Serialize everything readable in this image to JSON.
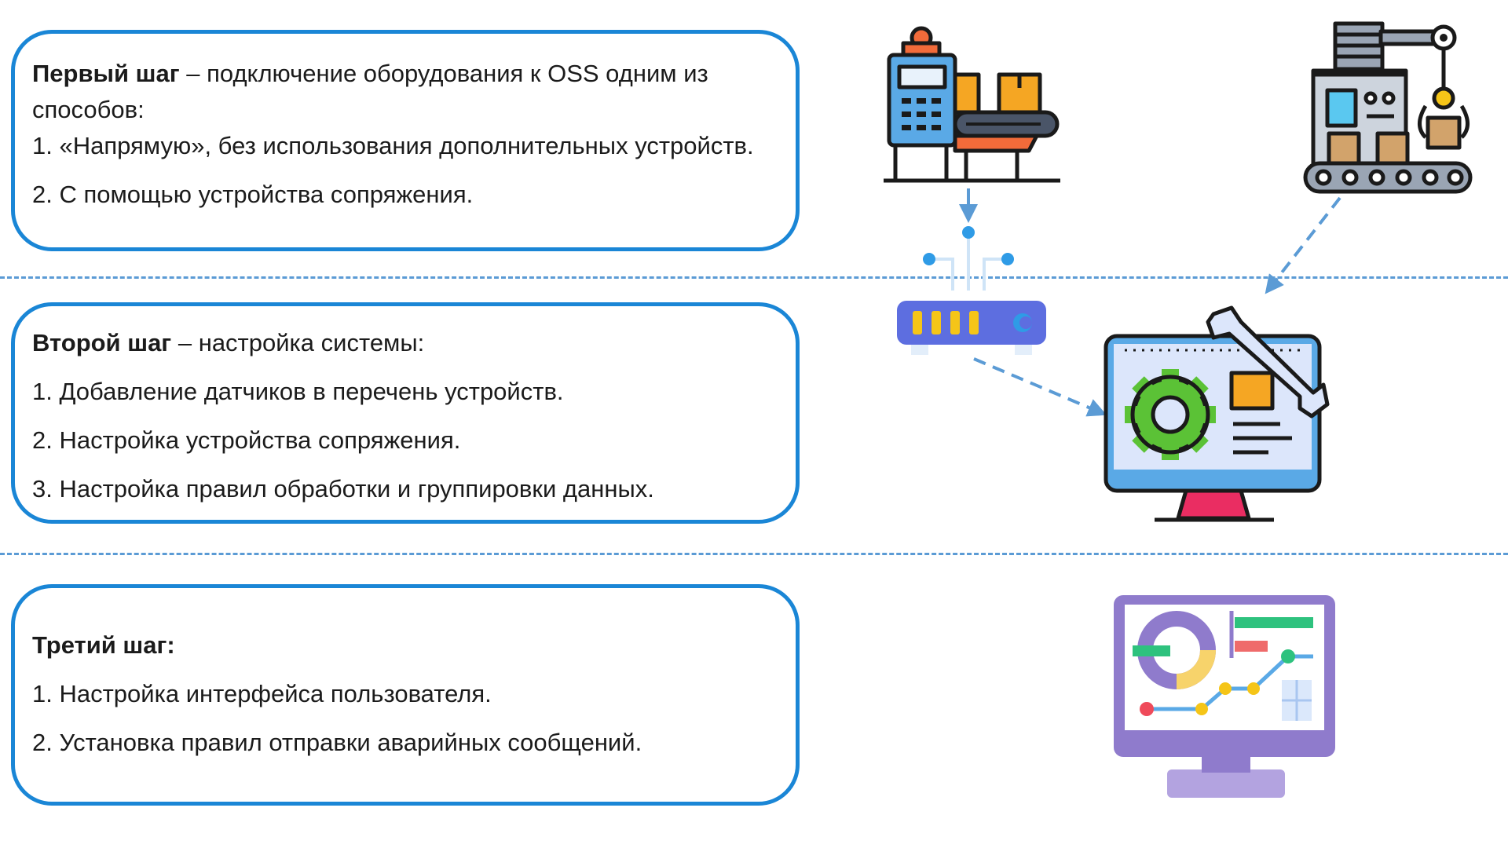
{
  "steps": [
    {
      "title": "Первый шаг",
      "intro": " – подключение оборудования к OSS одним из способов:",
      "items": [
        "1. «Напрямую», без использования дополнительных устройств.",
        "2. С помощью устройства сопряжения."
      ]
    },
    {
      "title": "Второй шаг",
      "intro": " – настройка системы:",
      "items": [
        "1. Добавление датчиков в перечень устройств.",
        "2. Настройка устройства сопряжения.",
        "3. Настройка правил обработки и группировки данных."
      ]
    },
    {
      "title": "Третий шаг:",
      "intro": "",
      "items": [
        "1. Настройка интерфейса пользователя.",
        "2. Установка правил отправки аварийных сообщений."
      ]
    }
  ],
  "colors": {
    "box_border": "#1a86d6",
    "separator": "#5b9bd5",
    "arrow": "#5b9bd5"
  },
  "icons": [
    "factory-conveyor-icon",
    "robotic-arm-icon",
    "router-icon",
    "settings-monitor-icon",
    "dashboard-monitor-icon"
  ]
}
